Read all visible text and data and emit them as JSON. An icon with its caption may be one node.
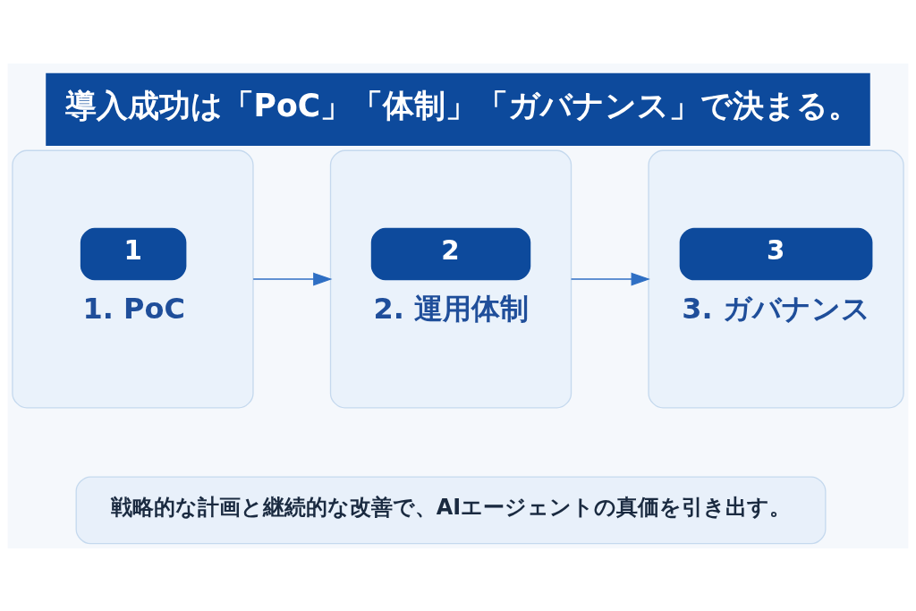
{
  "diagram": {
    "title": "導入成功は「PoC」「体制」「ガバナンス」で決まる。",
    "nodes": [
      {
        "text": [
          "1",
          "1. PoC"
        ]
      },
      {
        "text": [
          "2",
          "2. 運用体制"
        ]
      },
      {
        "text": [
          "3",
          "3. ガバナンス"
        ]
      },
      {
        "text": [
          "戦略的な計画と継続的な改善で、AIエージェントの真価を引き出す。"
        ]
      }
    ],
    "edges": [
      {
        "from": 0,
        "to": 1,
        "arrow": "to"
      },
      {
        "from": 1,
        "to": 2,
        "arrow": "to"
      }
    ]
  }
}
